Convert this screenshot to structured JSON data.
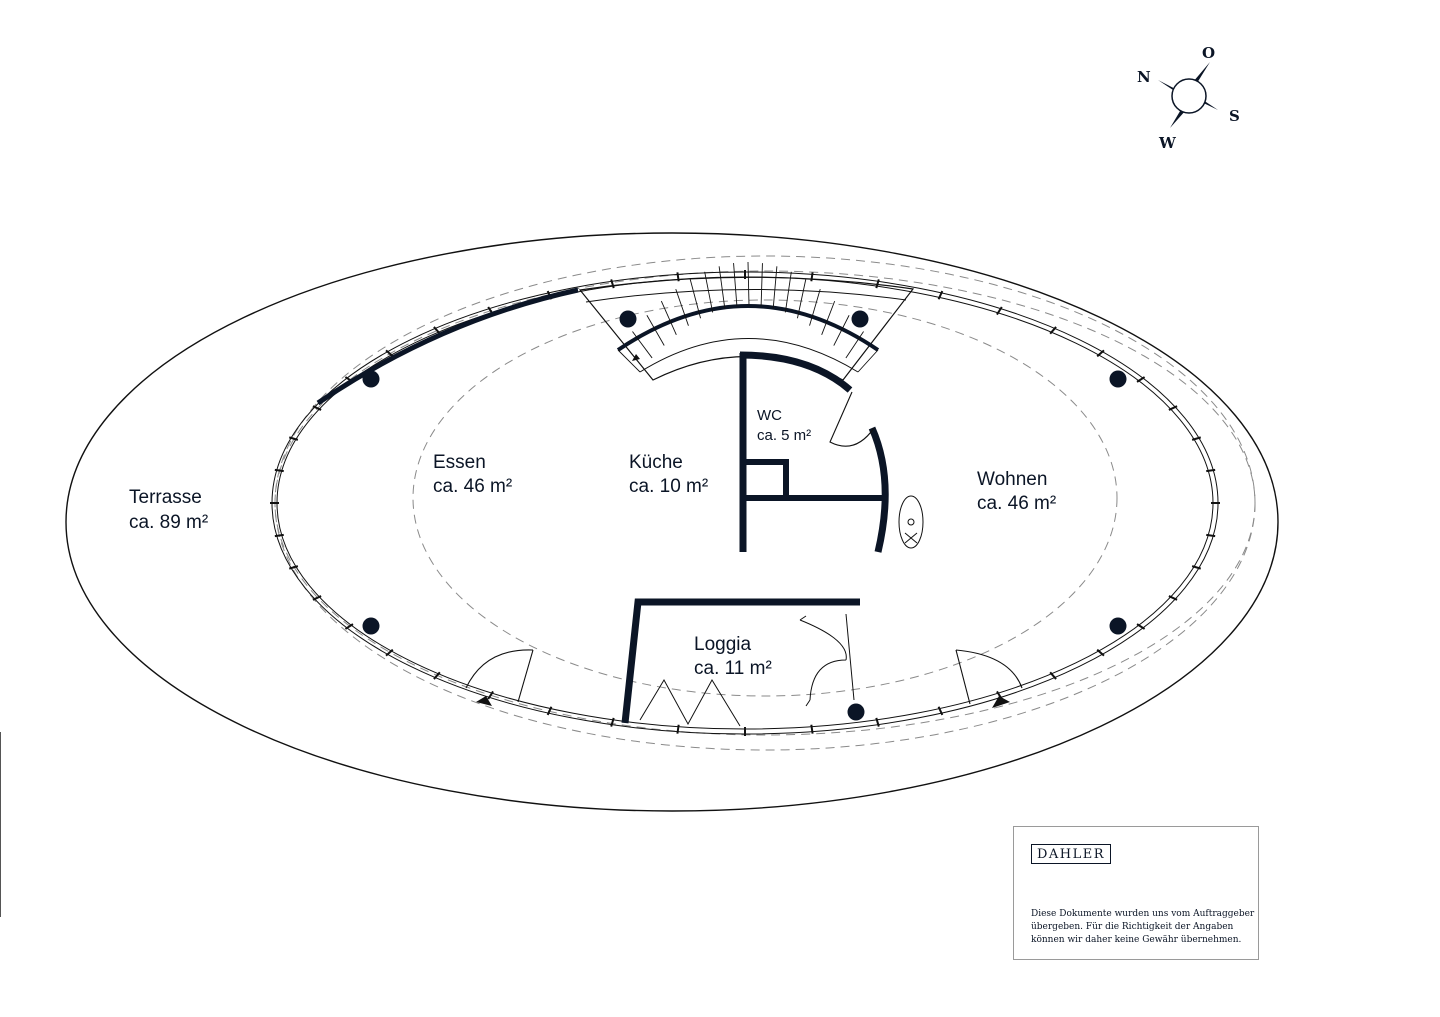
{
  "rooms": {
    "terrasse": {
      "name": "Terrasse",
      "area": "ca. 89 m²"
    },
    "essen": {
      "name": "Essen",
      "area": "ca. 46 m²"
    },
    "kueche": {
      "name": "Küche",
      "area": "ca. 10 m²"
    },
    "wc": {
      "name": "WC",
      "area": "ca. 5 m²"
    },
    "wohnen": {
      "name": "Wohnen",
      "area": "ca. 46 m²"
    },
    "loggia": {
      "name": "Loggia",
      "area": "ca. 11 m²"
    }
  },
  "compass": {
    "north": "N",
    "east": "O",
    "south": "S",
    "west": "W"
  },
  "branding": {
    "logo": "DAHLER",
    "disclaimer": [
      "Diese Dokumente wurden uns vom Auftraggeber",
      "übergeben. Für die Richtigkeit der Angaben",
      "können wir daher keine Gewähr übernehmen."
    ]
  },
  "colors": {
    "wall": "#0b1526",
    "line": "#111111",
    "dashed": "#8a8a8a"
  }
}
